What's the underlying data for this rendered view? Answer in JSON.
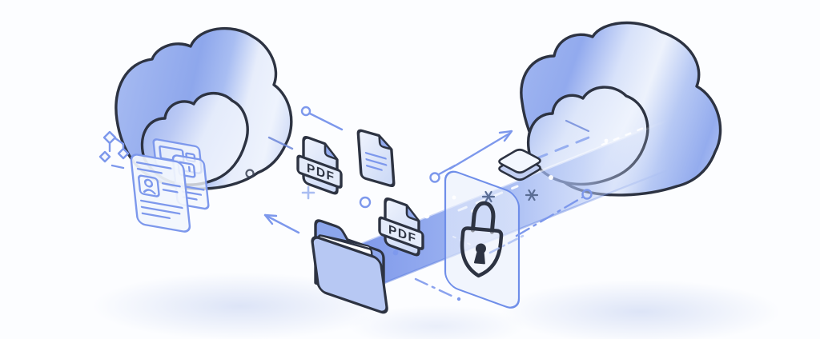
{
  "illustration": {
    "description": "Isometric illustration of secure PDF file transfer between two clouds",
    "badges": {
      "pdf_left": "PDF",
      "pdf_right": "PDF"
    },
    "colors": {
      "ink": "#2d3342",
      "blue": "#93abee",
      "blueDeep": "#8ca6ec",
      "faceLight": "#edf2fc",
      "faceShade": "#c7d4f5",
      "lineart": "#7d98ec",
      "lineartLight": "#a9bdf2",
      "ribbon": "#7390e9",
      "background": "#fcfdff"
    },
    "elements": [
      {
        "name": "left-cloud-icon",
        "type": "cloud"
      },
      {
        "name": "left-small-cloud-icon",
        "type": "cloud"
      },
      {
        "name": "network-nodes-icon",
        "type": "icon"
      },
      {
        "name": "id-card-stack-icon",
        "type": "icon"
      },
      {
        "name": "pdf-file-icon-left",
        "type": "file",
        "label": "PDF"
      },
      {
        "name": "document-icon",
        "type": "file"
      },
      {
        "name": "open-folder-icon",
        "type": "icon"
      },
      {
        "name": "pdf-file-icon-on-ribbon",
        "type": "file",
        "label": "PDF"
      },
      {
        "name": "transfer-ribbon",
        "type": "flow"
      },
      {
        "name": "security-panel",
        "type": "panel"
      },
      {
        "name": "padlock-icon",
        "type": "icon"
      },
      {
        "name": "data-tile",
        "type": "icon"
      },
      {
        "name": "right-cloud-icon",
        "type": "cloud"
      },
      {
        "name": "right-small-cloud-icon",
        "type": "cloud"
      },
      {
        "name": "up-right-arrow-icon",
        "type": "decoration"
      },
      {
        "name": "left-arrow-icon",
        "type": "decoration"
      },
      {
        "name": "plus-mark",
        "type": "decoration"
      },
      {
        "name": "sparkle-asterisks",
        "type": "decoration"
      },
      {
        "name": "pin-lines-and-dots",
        "type": "decoration"
      }
    ]
  }
}
